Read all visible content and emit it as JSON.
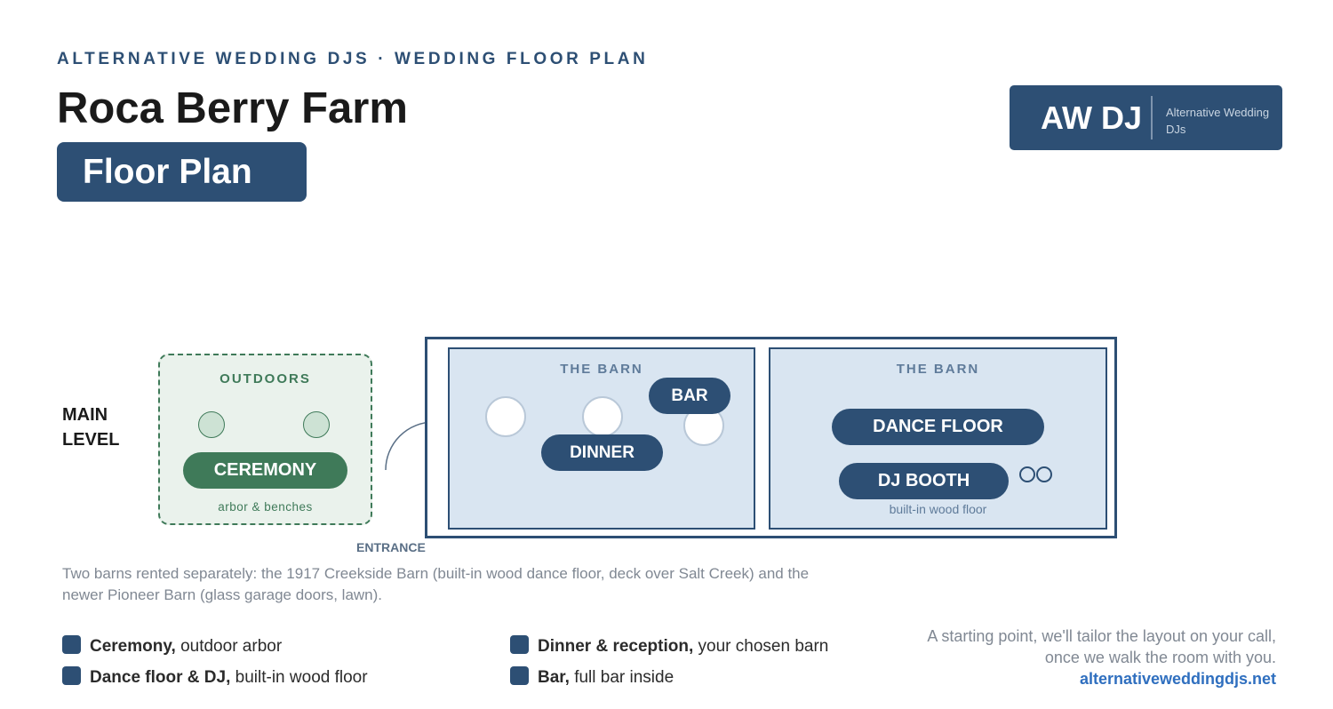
{
  "header": {
    "eyebrow": "ALTERNATIVE WEDDING DJS · WEDDING FLOOR PLAN",
    "title": "Roca Berry Farm",
    "badge": "Floor Plan"
  },
  "logo": {
    "mark": "AW DJ",
    "subtitle": "Alternative Wedding DJs"
  },
  "plan": {
    "level_label": "MAIN LEVEL",
    "entrance_label": "ENTRANCE",
    "outdoors": {
      "label": "OUTDOORS",
      "zone": "CEREMONY",
      "note": "arbor & benches"
    },
    "barn_left": {
      "label": "THE BARN",
      "bar": "BAR",
      "dinner": "DINNER"
    },
    "barn_right": {
      "label": "THE BARN",
      "dance_floor": "DANCE FLOOR",
      "dj_booth": "DJ BOOTH",
      "note": "built-in wood floor"
    }
  },
  "description": "Two barns rented separately: the 1917 Creekside Barn (built-in wood dance floor, deck over Salt Creek) and the newer Pioneer Barn (glass garage doors, lawn).",
  "legend": [
    {
      "bold": "Ceremony,",
      "text": " outdoor arbor"
    },
    {
      "bold": "Dinner & reception,",
      "text": " your chosen barn"
    },
    {
      "bold": "Dance floor & DJ,",
      "text": " built-in wood floor"
    },
    {
      "bold": "Bar,",
      "text": " full bar inside"
    }
  ],
  "footer": {
    "note": "A starting point, we'll tailor the layout on your call, once we walk the room with you.",
    "link": "alternativeweddingdjs.net"
  },
  "colors": {
    "navy": "#2d4f74",
    "green": "#3f7a59",
    "barn_fill": "#d9e5f1",
    "outdoor_fill": "#eaf2ec",
    "link": "#2f6fbf"
  }
}
